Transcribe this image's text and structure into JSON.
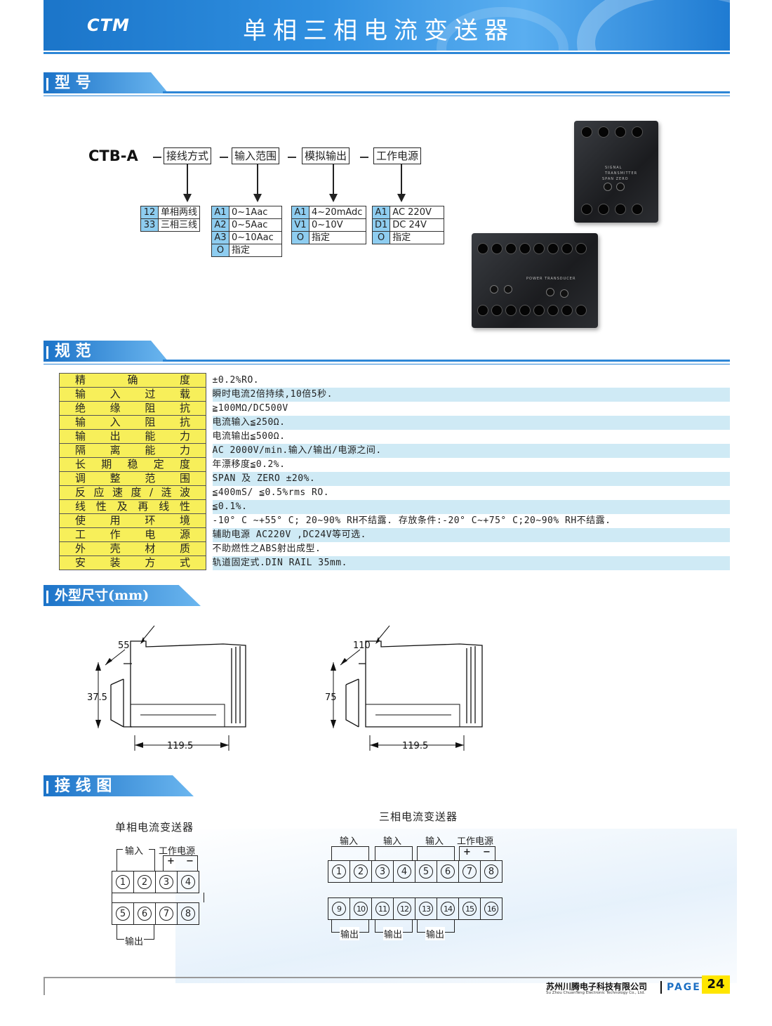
{
  "header": {
    "logo": "CTM",
    "title": "单相三相电流变送器"
  },
  "sections": {
    "model": "型  号",
    "spec": "规  范",
    "dims": "外型尺寸(mm)",
    "wiring": "接 线 图"
  },
  "model_code": {
    "prefix": "CTB-A",
    "fields": [
      "接线方式",
      "输入范围",
      "模拟输出",
      "工作电源"
    ],
    "wiring_options": [
      {
        "code": "12",
        "label": "单相两线"
      },
      {
        "code": "33",
        "label": "三相三线"
      }
    ],
    "input_options": [
      {
        "code": "A1",
        "label": "0~1Aac"
      },
      {
        "code": "A2",
        "label": "0~5Aac"
      },
      {
        "code": "A3",
        "label": "0~10Aac"
      },
      {
        "code": "O",
        "label": "指定"
      }
    ],
    "output_options": [
      {
        "code": "A1",
        "label": "4~20mAdc"
      },
      {
        "code": "V1",
        "label": "0~10V"
      },
      {
        "code": "O",
        "label": "指定"
      }
    ],
    "power_options": [
      {
        "code": "A1",
        "label": "AC 220V"
      },
      {
        "code": "D1",
        "label": "DC 24V"
      },
      {
        "code": "O",
        "label": "指定"
      }
    ]
  },
  "product_photo": {
    "small_label_1": "SIGNAL",
    "small_label_2": "TRANSMITTER",
    "small_label_3": "SPAN    ZERO",
    "big_label": "POWER TRANSDUCER"
  },
  "spec": [
    {
      "label": "精确度",
      "value": "±0.2%RO."
    },
    {
      "label": "输入过载",
      "value": "瞬时电流2倍持续,10倍5秒."
    },
    {
      "label": "绝缘阻抗",
      "value": "≧100MΩ/DC500V"
    },
    {
      "label": "输入阻抗",
      "value": "电流输入≦250Ω."
    },
    {
      "label": "输出能力",
      "value": "电流输出≦500Ω."
    },
    {
      "label": "隔离能力",
      "value": "AC 2000V/min.输入/输出/电源之间."
    },
    {
      "label": "长期稳定度",
      "value": "年漂移度≦0.2%."
    },
    {
      "label": "调整范围",
      "value": "SPAN 及 ZERO ±20%."
    },
    {
      "label": "反应速度/涟波",
      "value": "≦400mS/ ≦0.5%rms RO."
    },
    {
      "label": "线性及再线性",
      "value": "≦0.1%."
    },
    {
      "label": "使用环境",
      "value": "-10° C ~+55° C; 20~90% RH不结露. 存放条件:-20° C~+75° C;20~90% RH不结露."
    },
    {
      "label": "工作电源",
      "value": "辅助电源 AC220V ,DC24V等可选."
    },
    {
      "label": "外壳材质",
      "value": "不助燃性之ABS射出成型."
    },
    {
      "label": "安装方式",
      "value": "轨道固定式.DIN RAIL 35mm."
    }
  ],
  "dims": {
    "left": {
      "width": "55",
      "height": "37.5",
      "length": "119.5"
    },
    "right": {
      "width": "110",
      "height": "75",
      "length": "119.5"
    }
  },
  "wiring": {
    "single": {
      "title": "单相电流变送器",
      "input_label": "输入",
      "power_label": "工作电源",
      "plus": "+",
      "minus": "−",
      "top": [
        "1",
        "2",
        "3",
        "4"
      ],
      "bottom": [
        "5",
        "6",
        "7",
        "8"
      ],
      "output_label": "输出"
    },
    "three": {
      "title": "三相电流变送器",
      "input_label": "输入",
      "power_label": "工作电源",
      "plus": "+",
      "minus": "−",
      "top": [
        "1",
        "2",
        "3",
        "4",
        "5",
        "6",
        "7",
        "8"
      ],
      "bottom": [
        "9",
        "10",
        "11",
        "12",
        "13",
        "14",
        "15",
        "16"
      ],
      "output_label": "输出"
    }
  },
  "footer": {
    "company": "苏州川腾电子科技有限公司",
    "company_en": "Su Zhou ChuanTeng Electronic Technology Co., Ltd.",
    "page_label": "PAGE",
    "page_number": "24"
  }
}
